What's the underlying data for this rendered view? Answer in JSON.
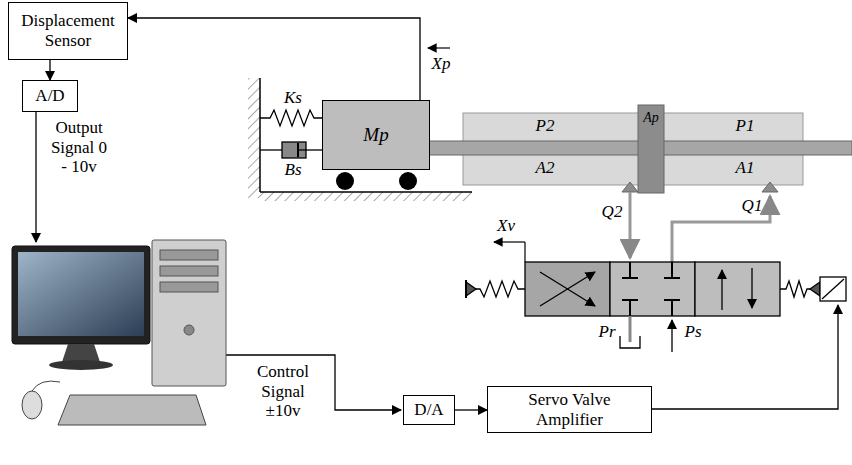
{
  "diagram": {
    "nodes": [
      {
        "text": [
          "Displacement Sensor"
        ]
      },
      {
        "text": [
          "Mp"
        ]
      },
      {
        "text": [
          "A/D"
        ]
      },
      {
        "text": [
          "D/A"
        ]
      },
      {
        "text": [
          "Servo Valve Amplifier"
        ]
      }
    ],
    "edges": [
      {
        "from": 1,
        "to": 0,
        "arrow": "to"
      },
      {
        "from": 0,
        "to": 2,
        "arrow": "to"
      },
      {
        "from": 3,
        "to": 4,
        "arrow": "to"
      }
    ],
    "labels": [
      "Xp",
      "Ks",
      "Bs",
      "P2",
      "P1",
      "Ap",
      "A2",
      "A1",
      "Q2",
      "Q1",
      "Xv",
      "Pr",
      "Ps",
      "Output Signal 0 - 10v",
      "Control Signal ±10v"
    ]
  }
}
